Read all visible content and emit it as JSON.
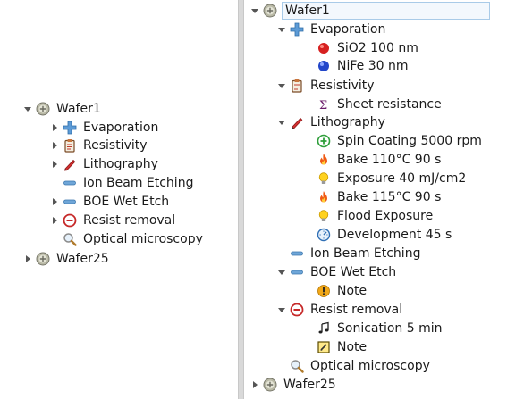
{
  "left_tree": {
    "nodes": [
      {
        "label": "Wafer1",
        "icon": "wafer-icon",
        "toggle": "open"
      },
      {
        "label": "Evaporation",
        "icon": "plus-cross-icon",
        "toggle": "closed"
      },
      {
        "label": "Resistivity",
        "icon": "clipboard-icon",
        "toggle": "closed"
      },
      {
        "label": "Lithography",
        "icon": "pen-icon",
        "toggle": "closed"
      },
      {
        "label": "Ion Beam Etching",
        "icon": "minus-bar-icon",
        "toggle": "none"
      },
      {
        "label": "BOE Wet Etch",
        "icon": "minus-bar-icon",
        "toggle": "closed"
      },
      {
        "label": "Resist removal",
        "icon": "minus-circle-icon",
        "toggle": "closed"
      },
      {
        "label": "Optical microscopy",
        "icon": "magnifier-icon",
        "toggle": "none"
      },
      {
        "label": "Wafer25",
        "icon": "wafer-icon",
        "toggle": "closed"
      }
    ]
  },
  "right_tree": {
    "nodes": [
      {
        "label": "Wafer1",
        "icon": "wafer-icon",
        "toggle": "open",
        "selected": true
      },
      {
        "label": "Evaporation",
        "icon": "plus-cross-icon",
        "toggle": "open"
      },
      {
        "label": "SiO2 100 nm",
        "icon": "red-ball-icon",
        "toggle": "none"
      },
      {
        "label": "NiFe 30 nm",
        "icon": "blue-ball-icon",
        "toggle": "none"
      },
      {
        "label": "Resistivity",
        "icon": "clipboard-icon",
        "toggle": "open"
      },
      {
        "label": "Sheet resistance",
        "icon": "sigma-icon",
        "toggle": "none"
      },
      {
        "label": "Lithography",
        "icon": "pen-icon",
        "toggle": "open"
      },
      {
        "label": "Spin Coating 5000 rpm",
        "icon": "green-plus-circle-icon",
        "toggle": "none"
      },
      {
        "label": "Bake 110°C 90 s",
        "icon": "flame-icon",
        "toggle": "none"
      },
      {
        "label": "Exposure 40 mJ/cm2",
        "icon": "bulb-icon",
        "toggle": "none"
      },
      {
        "label": "Bake 115°C 90 s",
        "icon": "flame-icon",
        "toggle": "none"
      },
      {
        "label": "Flood Exposure",
        "icon": "bulb-icon",
        "toggle": "none"
      },
      {
        "label": "Development 45 s",
        "icon": "timer-icon",
        "toggle": "none"
      },
      {
        "label": "Ion Beam Etching",
        "icon": "minus-bar-icon",
        "toggle": "none"
      },
      {
        "label": "BOE Wet Etch",
        "icon": "minus-bar-icon",
        "toggle": "open"
      },
      {
        "label": "Note",
        "icon": "warning-icon",
        "toggle": "none"
      },
      {
        "label": "Resist removal",
        "icon": "minus-circle-icon",
        "toggle": "open"
      },
      {
        "label": "Sonication 5 min",
        "icon": "music-note-icon",
        "toggle": "none"
      },
      {
        "label": "Note",
        "icon": "note-pad-icon",
        "toggle": "none"
      },
      {
        "label": "Optical microscopy",
        "icon": "magnifier-icon",
        "toggle": "none"
      },
      {
        "label": "Wafer25",
        "icon": "wafer-icon",
        "toggle": "closed"
      }
    ]
  }
}
